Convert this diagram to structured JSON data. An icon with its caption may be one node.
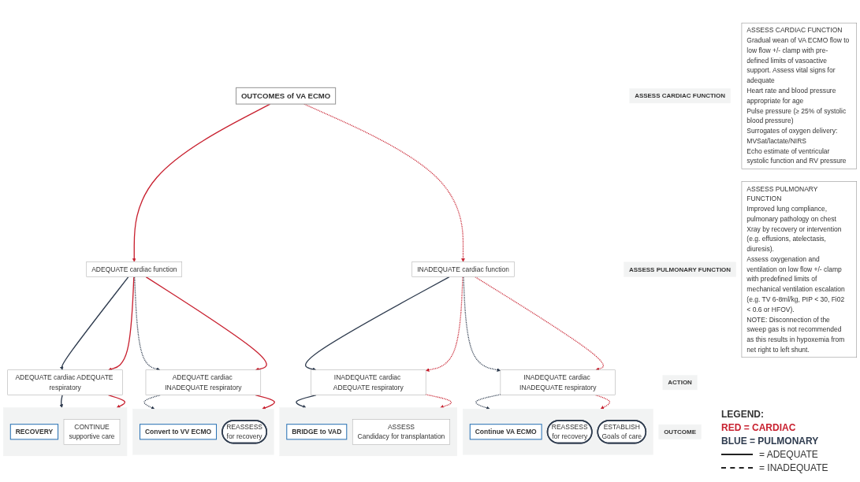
{
  "diagram": {
    "nodes": [
      {
        "text": [
          "OUTCOMES of VA ECMO"
        ]
      },
      {
        "text": [
          "ASSESS CARDIAC FUNCTION"
        ]
      },
      {
        "text": [
          "ADEQUATE cardiac function"
        ]
      },
      {
        "text": [
          "INADEQUATE cardiac function"
        ]
      },
      {
        "text": [
          "ASSESS PULMONARY FUNCTION"
        ]
      },
      {
        "text": [
          "ADEQUATE cardiac ADEQUATE respiratory"
        ]
      },
      {
        "text": [
          "ADEQUATE cardiac INADEQUATE respiratory"
        ]
      },
      {
        "text": [
          "INADEQUATE cardiac ADEQUATE respiratory"
        ]
      },
      {
        "text": [
          "INADEQUATE cardiac INADEQUATE respiratory"
        ]
      },
      {
        "text": [
          "ACTION"
        ]
      },
      {
        "text": [
          "OUTCOME"
        ]
      },
      {
        "text": [],
        "shape": "box"
      },
      {
        "text": [
          "RECOVERY"
        ],
        "in": 11
      },
      {
        "text": [
          "CONTINUE",
          "supportive care"
        ],
        "in": 11
      },
      {
        "text": [],
        "shape": "box"
      },
      {
        "text": [
          "Convert to VV ECMO"
        ],
        "in": 14
      },
      {
        "text": [
          "REASSESS",
          "for recovery"
        ],
        "in": 14
      },
      {
        "text": [],
        "shape": "box"
      },
      {
        "text": [
          "BRIDGE to VAD"
        ],
        "in": 17
      },
      {
        "text": [
          "ASSESS",
          "Candidacy for transplantation"
        ],
        "in": 17
      },
      {
        "text": [],
        "shape": "box"
      },
      {
        "text": [
          "Continue VA ECMO"
        ],
        "in": 20
      },
      {
        "text": [
          "REASSESS",
          "for recovery"
        ],
        "in": 20
      },
      {
        "text": [
          "ESTABLISH",
          "Goals of care"
        ],
        "in": 20
      },
      {
        "text": [
          "ASSESS CARDIAC FUNCTION",
          "Gradual wean of VA ECMO flow to low flow +/- clamp with pre-defined limits of vasoactive support. Assess vital signs for adequate",
          "Heart rate and blood pressure appropriate for age",
          "Pulse pressure (≥ 25% of systolic blood pressure)",
          "Surrogates of oxygen delivery: MVSat/lactate/NIRS",
          "Echo estimate of ventricular systolic function and RV pressure"
        ]
      },
      {
        "text": [
          "ASSESS PULMONARY FUNCTION",
          "Improved lung compliance, pulmonary pathology on chest Xray by recovery or intervention (e.g. effusions, atelectasis, diuresis).",
          "Assess oxygenation and ventilation on low flow +/- clamp with predefined limits of mechanical ventilation escalation (e.g. TV 6-8ml/kg, PIP < 30, Fi02 < 0.6 or HFOV).",
          "NOTE: Disconnection of the sweep gas is not recommended as this results in hypoxemia from  net right to left shunt."
        ]
      }
    ],
    "edges": [
      {
        "from": 0,
        "to": 2,
        "arrow": "to",
        "color": "#c8202f"
      },
      {
        "from": 0,
        "to": 3,
        "arrow": "to",
        "style": "dashed",
        "color": "#c8202f"
      },
      {
        "from": 2,
        "to": 5,
        "arrow": "to",
        "color": "#2e3b4e"
      },
      {
        "from": 2,
        "to": 5,
        "arrow": "to",
        "color": "#c8202f"
      },
      {
        "from": 2,
        "to": 6,
        "arrow": "to",
        "style": "dashed",
        "color": "#2e3b4e"
      },
      {
        "from": 2,
        "to": 6,
        "arrow": "to",
        "color": "#c8202f"
      },
      {
        "from": 3,
        "to": 7,
        "arrow": "to",
        "color": "#2e3b4e"
      },
      {
        "from": 3,
        "to": 7,
        "arrow": "to",
        "style": "dashed",
        "color": "#c8202f"
      },
      {
        "from": 3,
        "to": 8,
        "arrow": "to",
        "style": "dashed",
        "color": "#2e3b4e"
      },
      {
        "from": 3,
        "to": 8,
        "arrow": "to",
        "style": "dashed",
        "color": "#c8202f"
      },
      {
        "from": 5,
        "to": 11,
        "arrow": "to",
        "color": "#2e3b4e"
      },
      {
        "from": 5,
        "to": 11,
        "arrow": "to",
        "color": "#c8202f"
      },
      {
        "from": 6,
        "to": 14,
        "arrow": "to",
        "style": "dashed",
        "color": "#2e3b4e"
      },
      {
        "from": 6,
        "to": 14,
        "arrow": "to",
        "color": "#c8202f"
      },
      {
        "from": 7,
        "to": 17,
        "arrow": "to",
        "color": "#2e3b4e"
      },
      {
        "from": 7,
        "to": 17,
        "arrow": "to",
        "style": "dashed",
        "color": "#c8202f"
      },
      {
        "from": 8,
        "to": 20,
        "arrow": "to",
        "style": "dashed",
        "color": "#2e3b4e"
      },
      {
        "from": 8,
        "to": 20,
        "arrow": "to",
        "style": "dashed",
        "color": "#c8202f"
      }
    ],
    "labels": [
      "LEGEND:"
    ],
    "legend": [
      {
        "text": "RED = CARDIAC",
        "color": "#c8202f"
      },
      {
        "text": "BLUE = PULMONARY",
        "color": "#2e3b4e"
      },
      {
        "text": "= ADEQUATE"
      },
      {
        "text": "= INADEQUATE"
      }
    ]
  }
}
